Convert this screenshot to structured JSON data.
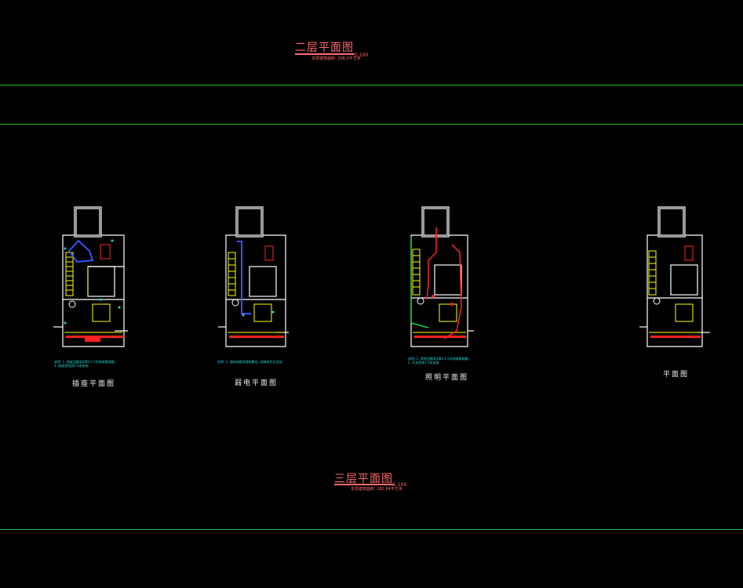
{
  "top_section": {
    "title": "二层平面图",
    "area_note": "本层建筑面积: 208.0平方米",
    "scale": "1:100"
  },
  "bottom_section": {
    "title": "三层平面图",
    "area_note": "本层建筑面积: 182.84平方米",
    "scale": "1:100"
  },
  "plans": [
    {
      "caption": "插座平面图",
      "note_line1": "说明: 1. 插座回路采用BV-2.5导线穿管暗敷。",
      "note_line2": "2. 插座距地面0.3米安装"
    },
    {
      "caption": "弱电平面图",
      "note_line1": "说明: 1. 弱电线路穿管暗敷设, 由弱电专业深化。",
      "note_line2": ""
    },
    {
      "caption": "照明平面图",
      "note_line1": "说明: 1. 照明回路采用BV-2.5导线穿管暗敷。",
      "note_line2": "2. 开关距地1.3米安装"
    },
    {
      "caption": "平面图",
      "note_line1": "",
      "note_line2": ""
    }
  ],
  "colors": {
    "wall": "#ffffff",
    "accent_yellow": "#ffff00",
    "grid_green": "#22c322",
    "wiring_blue": "#3355ff",
    "wiring_red": "#ff2222",
    "wiring_green": "#00ff44",
    "annotation_cyan": "#22d3d3",
    "title_red": "#ff6b6b"
  }
}
